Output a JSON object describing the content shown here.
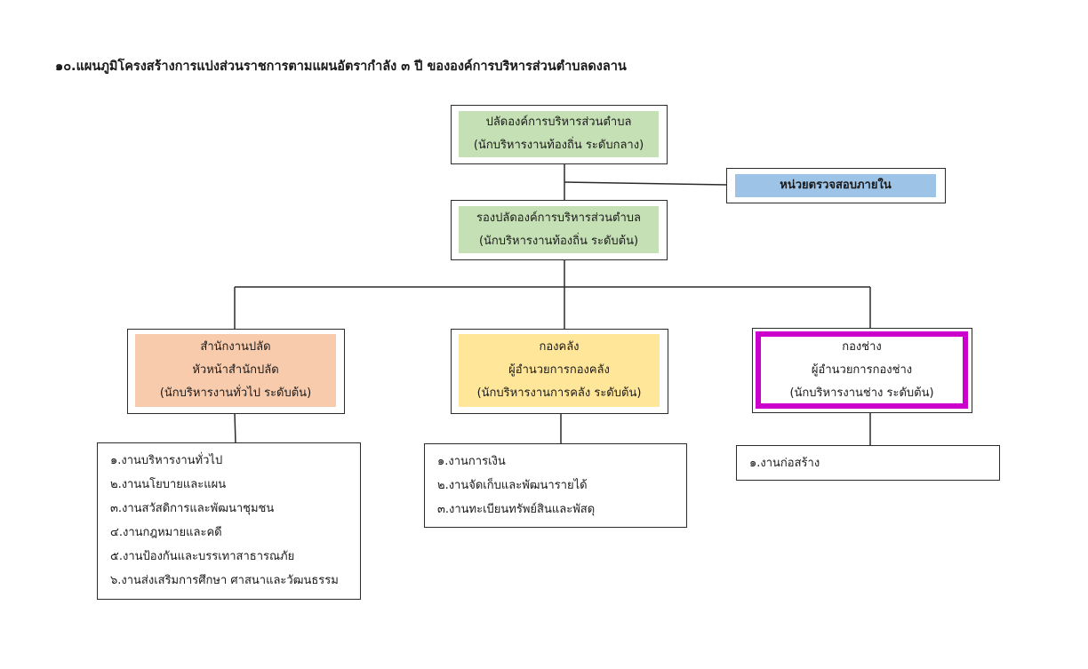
{
  "title": "๑๐.แผนภูมิโครงสร้างการแบ่งส่วนราชการตามแผนอัตรากำลัง ๓ ปี ขององค์การบริหารส่วนตำบลดงลาน",
  "top": {
    "line1": "ปลัดองค์การบริหารส่วนตำบล",
    "line2": "(นักบริหารงานท้องถิ่น ระดับกลาง)",
    "color": "#c5e0b4"
  },
  "audit": {
    "label": "หน่วยตรวจสอบภายใน",
    "color": "#9dc3e6"
  },
  "deputy": {
    "line1": "รองปลัดองค์การบริหารส่วนตำบล",
    "line2": "(นักบริหารงานท้องถิ่น ระดับต้น)",
    "color": "#c5e0b4"
  },
  "divisions": [
    {
      "line1": "สำนักงานปลัด",
      "line2": "หัวหน้าสำนักปลัด",
      "line3": "(นักบริหารงานทั่วไป ระดับต้น)",
      "color": "#f8cbad",
      "items": [
        "๑.งานบริหารงานทั่วไป",
        "๒.งานนโยบายและแผน",
        "๓.งานสวัสดิการและพัฒนาชุมชน",
        "๔.งานกฎหมายและคดี",
        "๕.งานป้องกันและบรรเทาสาธารณภัย",
        "๖.งานส่งเสริมการศึกษา ศาสนาและวัฒนธรรม"
      ]
    },
    {
      "line1": "กองคลัง",
      "line2": "ผู้อำนวยการกองคลัง",
      "line3": "(นักบริหารงานการคลัง ระดับต้น)",
      "color": "#ffe699",
      "items": [
        "๑.งานการเงิน",
        "๒.งานจัดเก็บและพัฒนารายได้",
        "๓.งานทะเบียนทรัพย์สินและพัสดุ"
      ]
    },
    {
      "line1": "กองช่าง",
      "line2": "ผู้อำนวยการกองช่าง",
      "line3": "(นักบริหารงานช่าง ระดับต้น)",
      "border_color": "#cc00cc",
      "items": [
        "๑.งานก่อสร้าง"
      ]
    }
  ]
}
